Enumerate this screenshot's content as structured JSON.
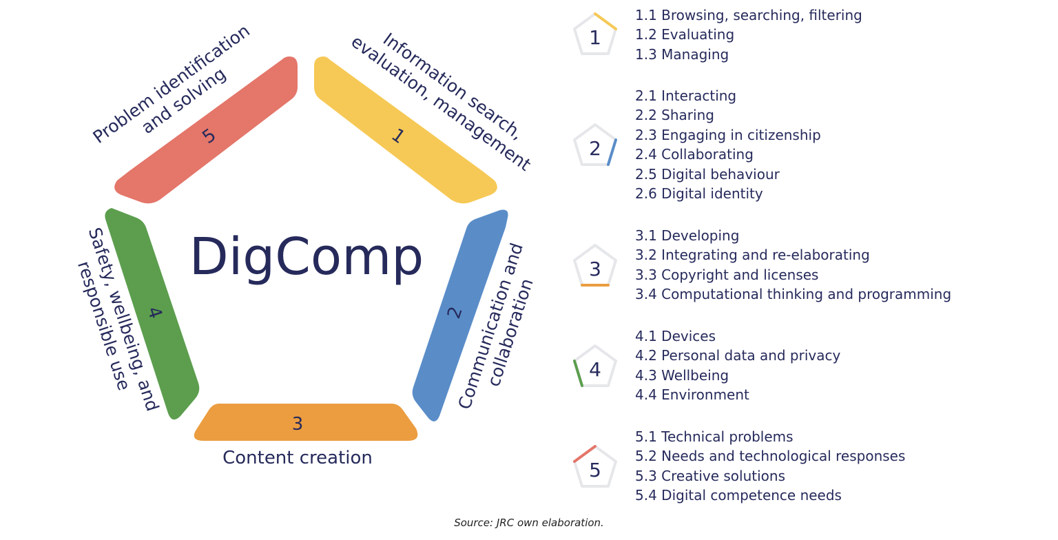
{
  "title": "DigComp",
  "colors": {
    "text": "#262a5b",
    "area1": "#f6c956",
    "area2": "#5a8dc8",
    "area3": "#eb9d40",
    "area4": "#5c9e4e",
    "area5": "#e4766a",
    "badge_outline": "#e6e7ea"
  },
  "areas": [
    {
      "number": "1",
      "name_line1": "Information search,",
      "name_line2": "evaluation, management"
    },
    {
      "number": "2",
      "name_line1": "Communication and",
      "name_line2": "collaboration"
    },
    {
      "number": "3",
      "name_line1": "Content creation",
      "name_line2": ""
    },
    {
      "number": "4",
      "name_line1": "Safety, wellbeing, and",
      "name_line2": "responsible use"
    },
    {
      "number": "5",
      "name_line1": "Problem identification",
      "name_line2": "and solving"
    }
  ],
  "competences": [
    {
      "area": "1",
      "items": [
        "1.1 Browsing, searching, filtering",
        "1.2 Evaluating",
        "1.3 Managing"
      ]
    },
    {
      "area": "2",
      "items": [
        "2.1 Interacting",
        "2.2 Sharing",
        "2.3 Engaging in citizenship",
        "2.4 Collaborating",
        "2.5 Digital behaviour",
        "2.6 Digital identity"
      ]
    },
    {
      "area": "3",
      "items": [
        "3.1 Developing",
        "3.2 Integrating and re-elaborating",
        "3.3 Copyright and licenses",
        "3.4 Computational thinking and programming"
      ]
    },
    {
      "area": "4",
      "items": [
        "4.1 Devices",
        "4.2 Personal data and privacy",
        "4.3 Wellbeing",
        "4.4 Environment"
      ]
    },
    {
      "area": "5",
      "items": [
        "5.1 Technical problems",
        "5.2 Needs and technological responses",
        "5.3 Creative solutions",
        "5.4 Digital competence needs"
      ]
    }
  ],
  "source": "Source: JRC own elaboration."
}
